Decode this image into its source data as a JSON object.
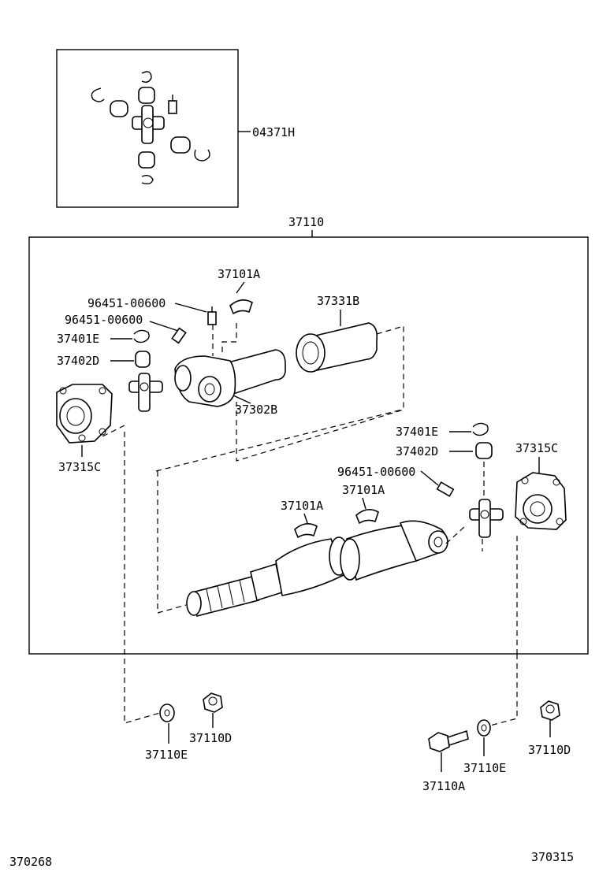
{
  "labels": {
    "kit": "04371H",
    "assembly": "37110",
    "p37101a_top": "37101A",
    "p96451_a": "96451-00600",
    "p96451_b": "96451-00600",
    "p37401e_l": "37401E",
    "p37402d_l": "37402D",
    "p37331b": "37331B",
    "p37302b": "37302B",
    "p37315c_l": "37315C",
    "p37401e_r": "37401E",
    "p37402d_r": "37402D",
    "p37315c_r": "37315C",
    "p96451_c": "96451-00600",
    "p37101a_m1": "37101A",
    "p37101a_m2": "37101A",
    "p37110d_l": "37110D",
    "p37110e_l": "37110E",
    "p37110d_r": "37110D",
    "p37110e_r": "37110E",
    "p37110a": "37110A",
    "ref_left": "370268",
    "ref_right": "370315"
  }
}
